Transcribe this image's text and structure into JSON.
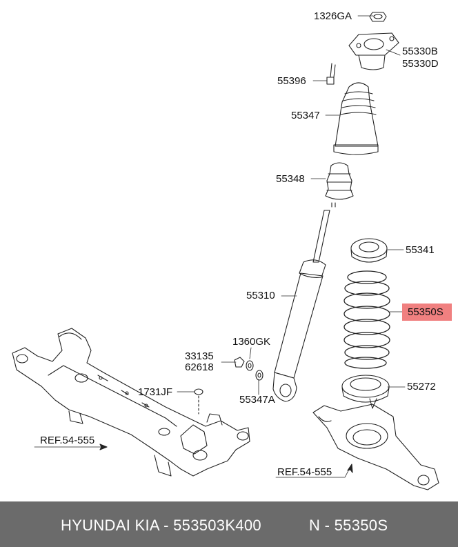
{
  "labels": {
    "p1326ga": "1326GA",
    "p55330b": "55330B",
    "p55330d": "55330D",
    "p55396": "55396",
    "p55347": "55347",
    "p55348": "55348",
    "p55341": "55341",
    "p55310": "55310",
    "p55350s": "55350S",
    "p1360gk": "1360GK",
    "p33135": "33135",
    "p62618": "62618",
    "p1731jf": "1731JF",
    "p55347a": "55347A",
    "p55272": "55272",
    "ref_left": "REF.54-555",
    "ref_right": "REF.54-555"
  },
  "footer": {
    "brand": "HYUNDAI  KIA - 553503K400",
    "part": "N - 55350S"
  },
  "colors": {
    "highlight": "#f08080",
    "footer_bg": "#6b6b6b",
    "line": "#222222"
  }
}
